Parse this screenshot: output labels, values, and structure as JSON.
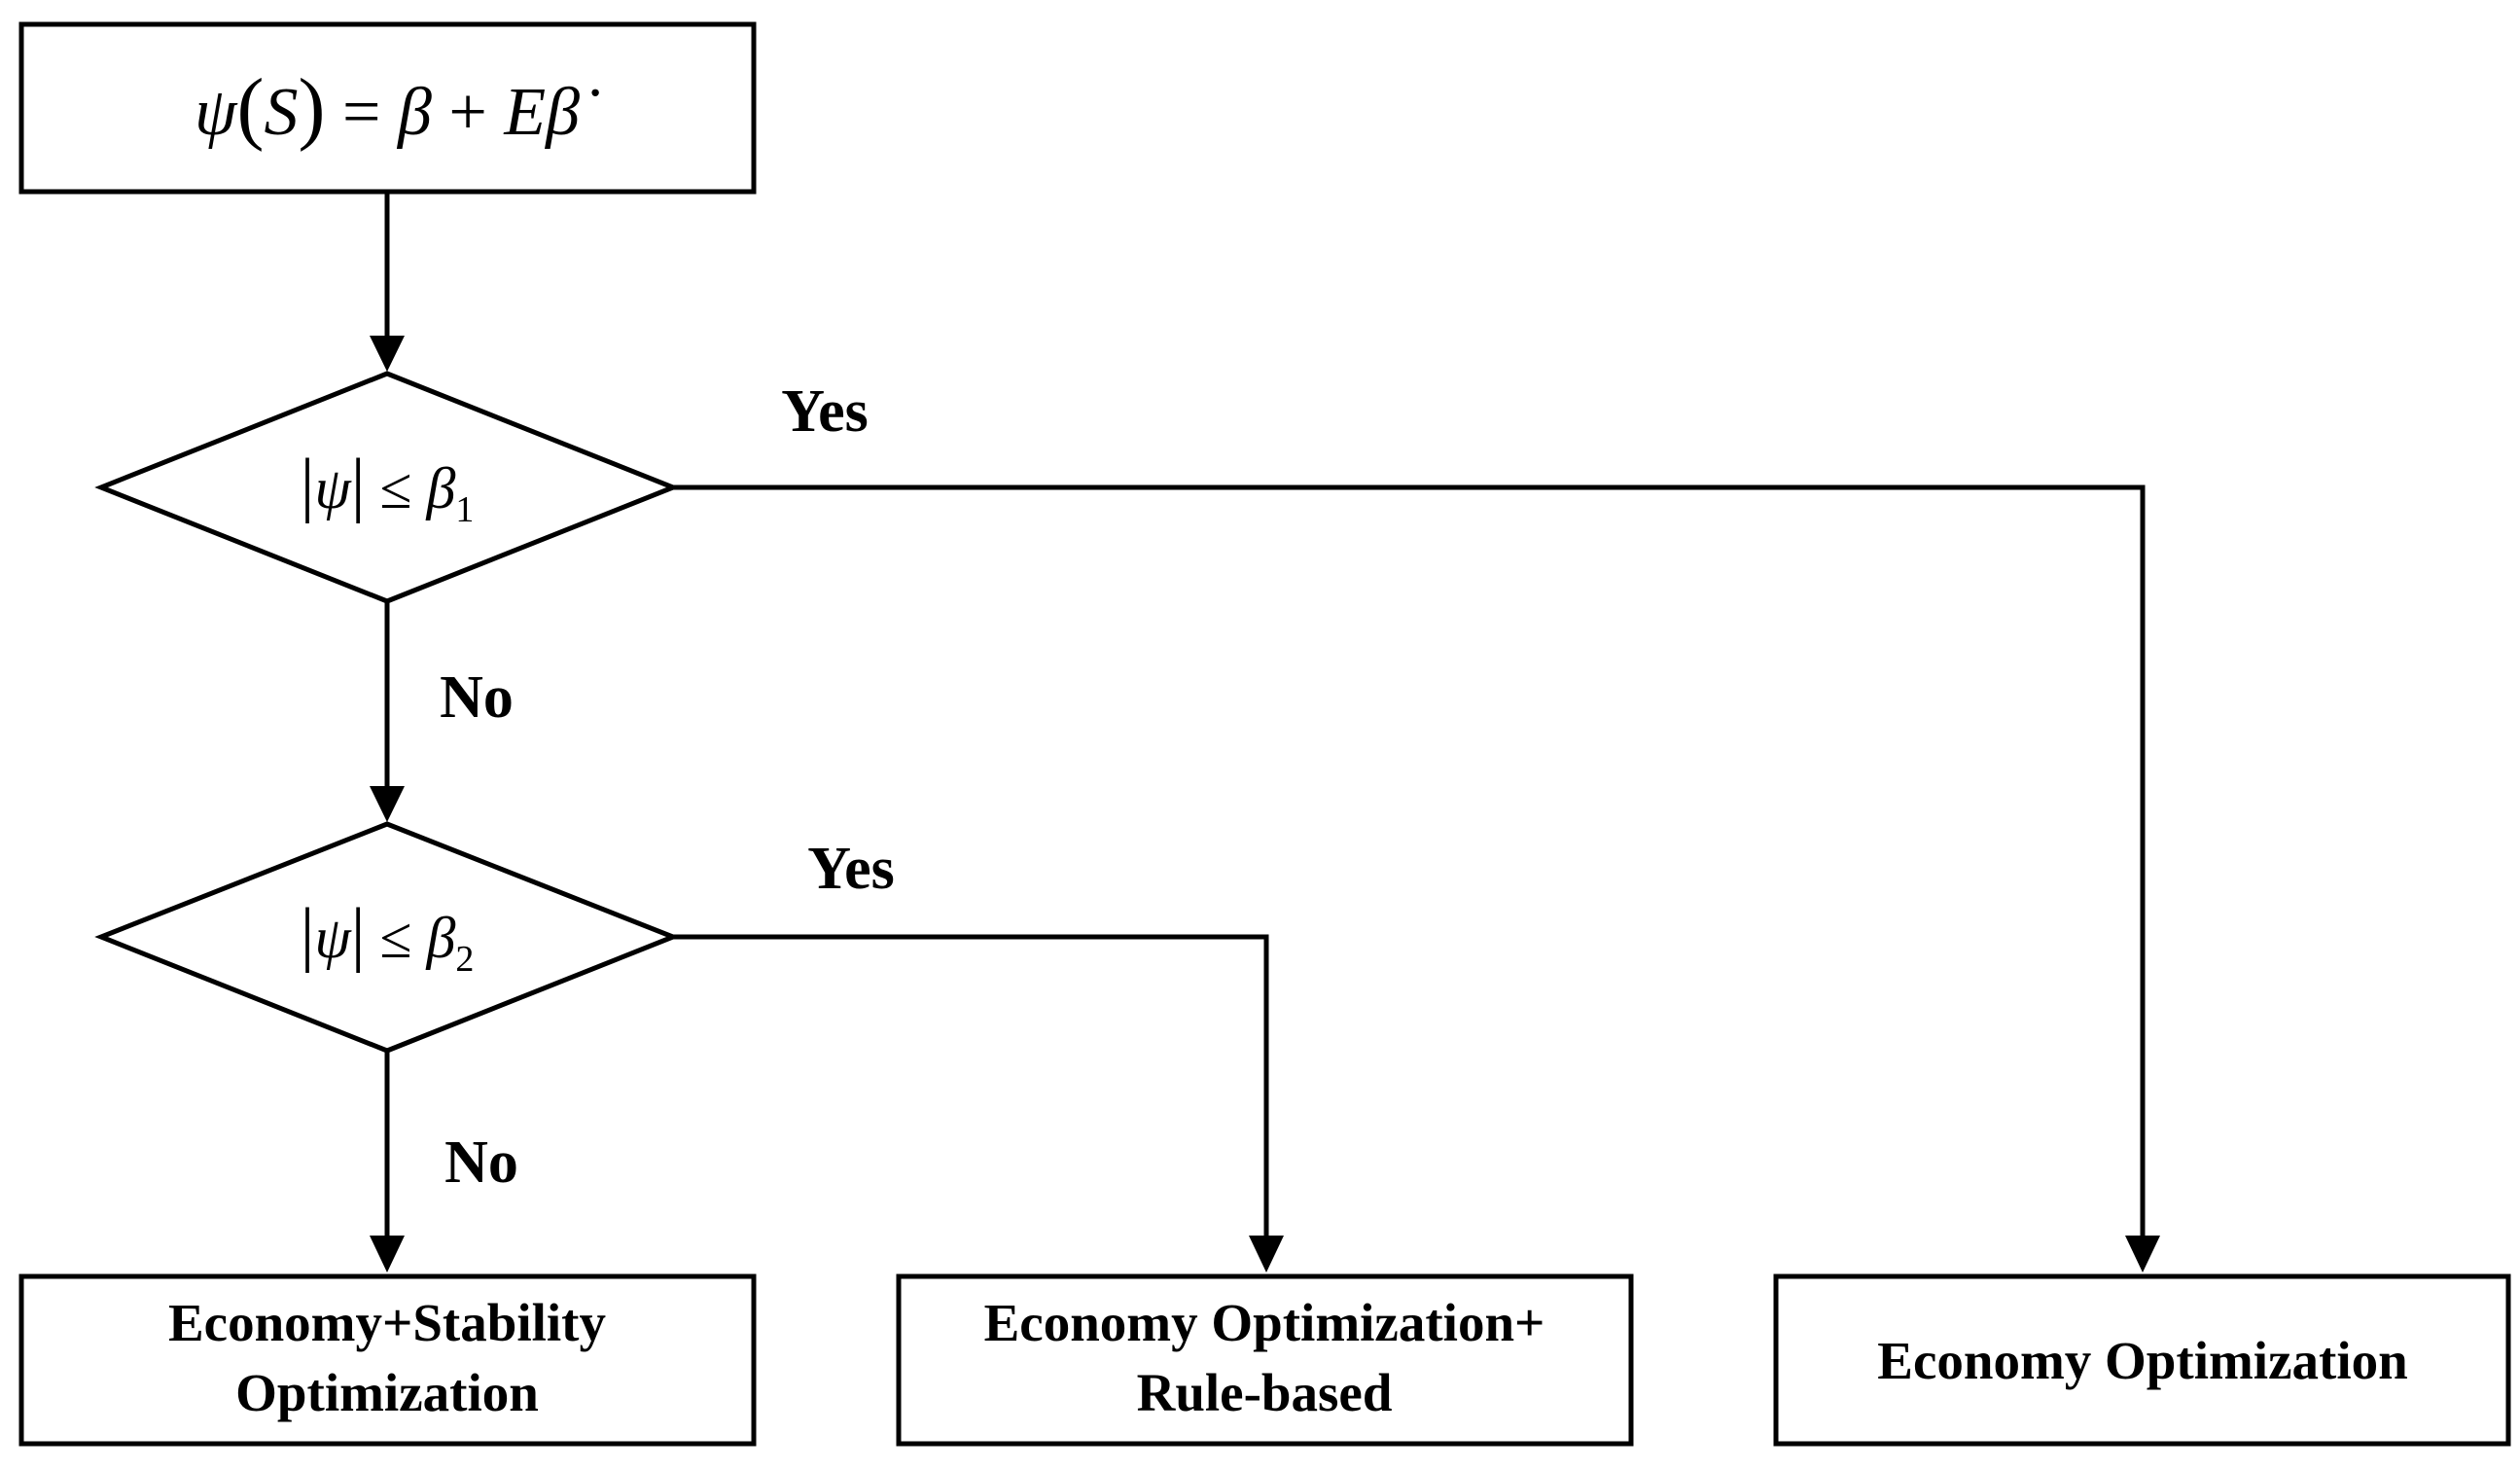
{
  "top_box": {
    "formula": {
      "lhs_fn": "ψ",
      "open_paren": "(",
      "arg": "S",
      "close_paren": ")",
      "equals": " = ",
      "term1": "β",
      "plus": " + ",
      "term2": "E",
      "term3": "β̇"
    }
  },
  "decision1": {
    "bar_left": "|",
    "psi": "ψ",
    "bar_right": "|",
    "op": " ≤ ",
    "beta": "β",
    "subscript": "1",
    "yes_label": "Yes",
    "no_label": "No"
  },
  "decision2": {
    "bar_left": "|",
    "psi": "ψ",
    "bar_right": "|",
    "op": " ≤ ",
    "beta": "β",
    "subscript": "2",
    "yes_label": "Yes",
    "no_label": "No"
  },
  "outputs": {
    "left": {
      "line1": "Economy+Stability",
      "line2": "Optimization"
    },
    "middle": {
      "line1": "Economy Optimization+",
      "line2": "Rule-based"
    },
    "right": {
      "line1": "Economy Optimization"
    }
  }
}
